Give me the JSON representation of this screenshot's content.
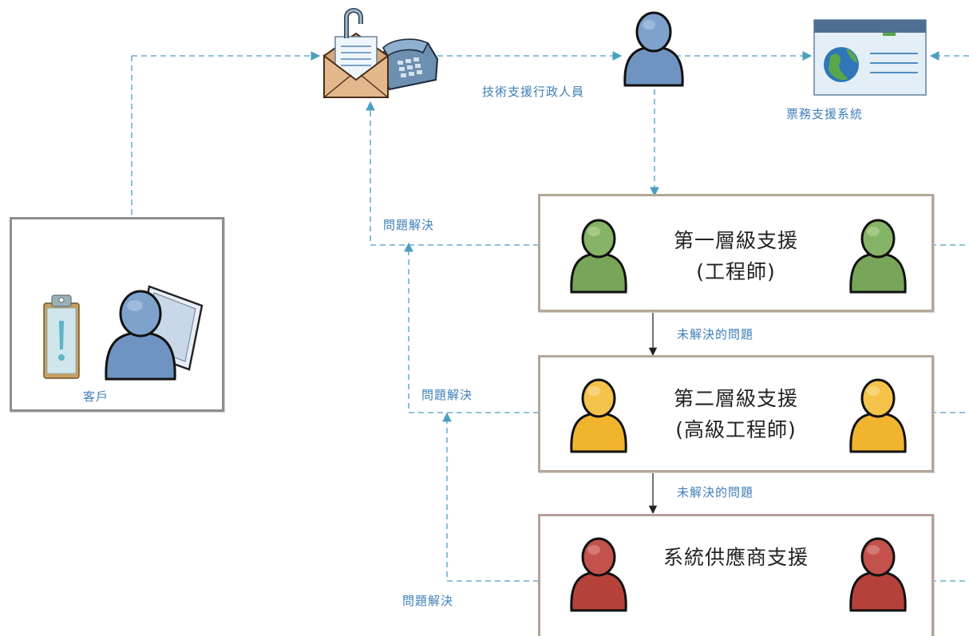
{
  "labels": {
    "tech_admin": "技術支援行政人員",
    "ticket_system": "票務支援系統",
    "customer": "客戶",
    "resolved": "問題解決",
    "unresolved": "未解決的問題"
  },
  "tiers": [
    {
      "title": "第一層級支援",
      "subtitle": "(工程師)",
      "color": "green"
    },
    {
      "title": "第二層級支援",
      "subtitle": "(高級工程師)",
      "color": "yellow"
    },
    {
      "title": "系統供應商支援",
      "subtitle": "",
      "color": "red"
    }
  ],
  "colors": {
    "connector": "#4a9fc0",
    "label": "#3f7fb8",
    "person_blue": "#6f94c2",
    "person_green": "#77a55a",
    "person_yellow": "#f1b42e",
    "person_red": "#b5413b"
  }
}
